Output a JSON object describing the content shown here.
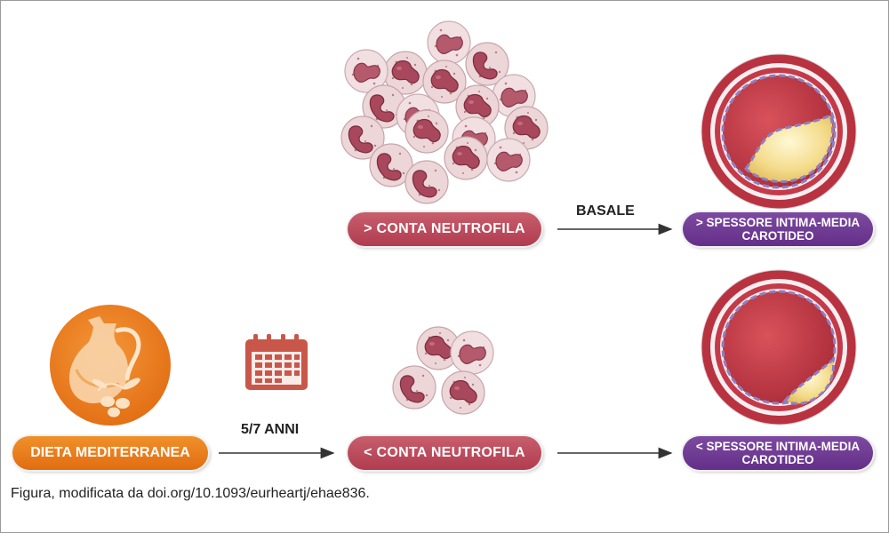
{
  "labels": {
    "conta_alta": "> CONTA NEUTROFILA",
    "conta_bassa": "< CONTA NEUTROFILA",
    "basale": "BASALE",
    "anni": "5/7 ANNI",
    "dieta": "DIETA MEDITERRANEA",
    "spessore_alto_1": "> SPESSORE INTIMA-MEDIA",
    "spessore_alto_2": "CAROTIDEO",
    "spessore_basso_1": "< SPESSORE INTIMA-MEDIA",
    "spessore_basso_2": "CAROTIDEO"
  },
  "caption": "Figura, modificata da doi.org/10.1093/eurheartj/ehae836.",
  "colors": {
    "red_pill": "#b9475a",
    "purple_pill": "#6d3a91",
    "orange": "#ea7d1d",
    "calendar": "#c8574a"
  },
  "icons": [
    "neutrophil-cell-icon",
    "artery-cross-section-icon",
    "olive-oil-jug-icon",
    "calendar-icon",
    "arrow-right-icon"
  ]
}
